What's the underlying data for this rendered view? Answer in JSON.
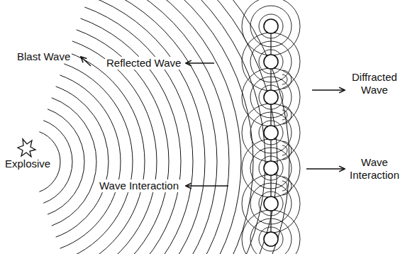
{
  "diagram": {
    "labels": [
      "Blast Wave",
      "Reflected Wave",
      "Diffracted Wave",
      "Explosive",
      "Wave Interaction",
      "Wave Interaction"
    ]
  }
}
